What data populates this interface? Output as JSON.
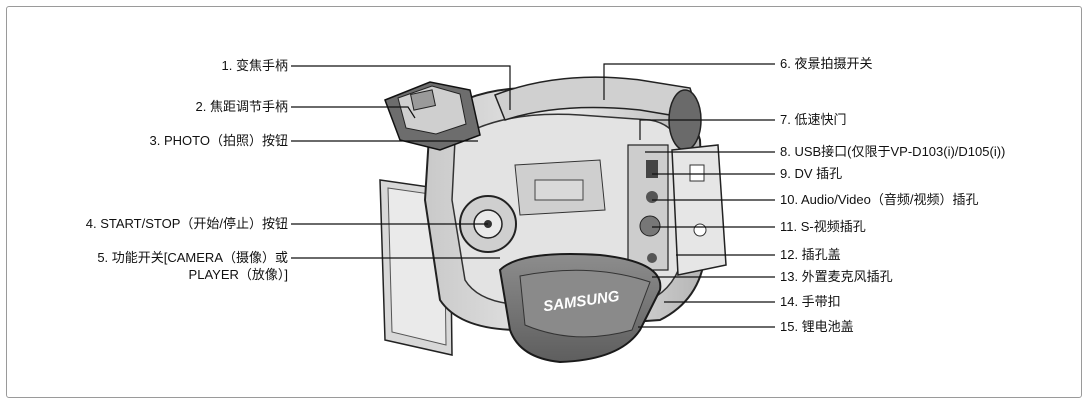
{
  "left_labels": [
    {
      "id": "zoom-lever",
      "text": "1. 变焦手柄"
    },
    {
      "id": "focus-adjust-lever",
      "text": "2. 焦距调节手柄"
    },
    {
      "id": "photo-button",
      "text": "3. PHOTO（拍照）按钮"
    },
    {
      "id": "start-stop-button",
      "text": "4. START/STOP（开始/停止）按钮"
    },
    {
      "id": "mode-switch",
      "text": "5. 功能开关[CAMERA（摄像）或"
    },
    {
      "id": "mode-switch-cont",
      "text": "PLAYER（放像）]"
    }
  ],
  "right_labels": [
    {
      "id": "nite-pix-switch",
      "text": "6. 夜景拍摄开关"
    },
    {
      "id": "low-speed-shutter",
      "text": "7. 低速快门"
    },
    {
      "id": "usb-jack",
      "text": "8. USB接口(仅限于VP-D103(i)/D105(i))"
    },
    {
      "id": "dv-jack",
      "text": "9. DV 插孔"
    },
    {
      "id": "av-jack",
      "text": "10. Audio/Video（音频/视频）插孔"
    },
    {
      "id": "s-video-jack",
      "text": "11. S-视频插孔"
    },
    {
      "id": "jack-cover",
      "text": "12. 插孔盖"
    },
    {
      "id": "ext-mic-jack",
      "text": "13. 外置麦克风插孔"
    },
    {
      "id": "hand-strap-hook",
      "text": "14. 手带扣"
    },
    {
      "id": "battery-cover",
      "text": "15. 锂电池盖"
    }
  ],
  "brand": "SAMSUNG"
}
